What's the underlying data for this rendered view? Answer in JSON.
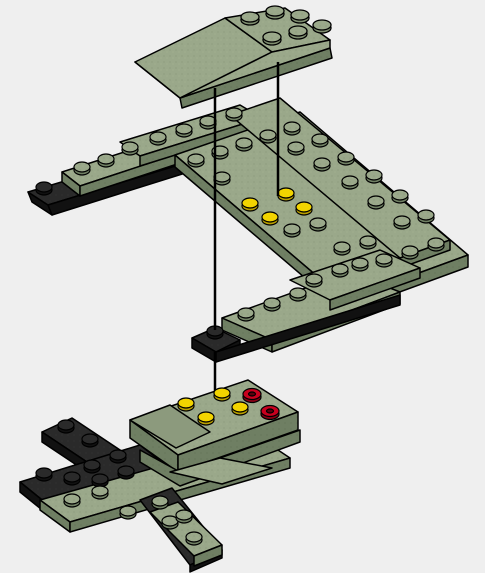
{
  "illustration": {
    "kind": "brick-build-instruction-step",
    "colors": {
      "background": "#efefef",
      "green_top": "#9aa88a",
      "green_side": "#6f7f63",
      "green_dark": "#55654b",
      "black_top": "#2a2a2a",
      "black_side": "#111111",
      "yellow": "#f2d400",
      "red": "#c8001e",
      "line": "#000000"
    },
    "parts": {
      "top_slope": "slope-wedge-piece",
      "upper_frame": "wing-frame-assembly",
      "mid_connector": "black-1x1-connector",
      "lower_base": "base-assembly"
    },
    "highlights": {
      "yellow_studs_upper": 4,
      "yellow_studs_lower": 4,
      "red_studs_lower": 2
    }
  }
}
